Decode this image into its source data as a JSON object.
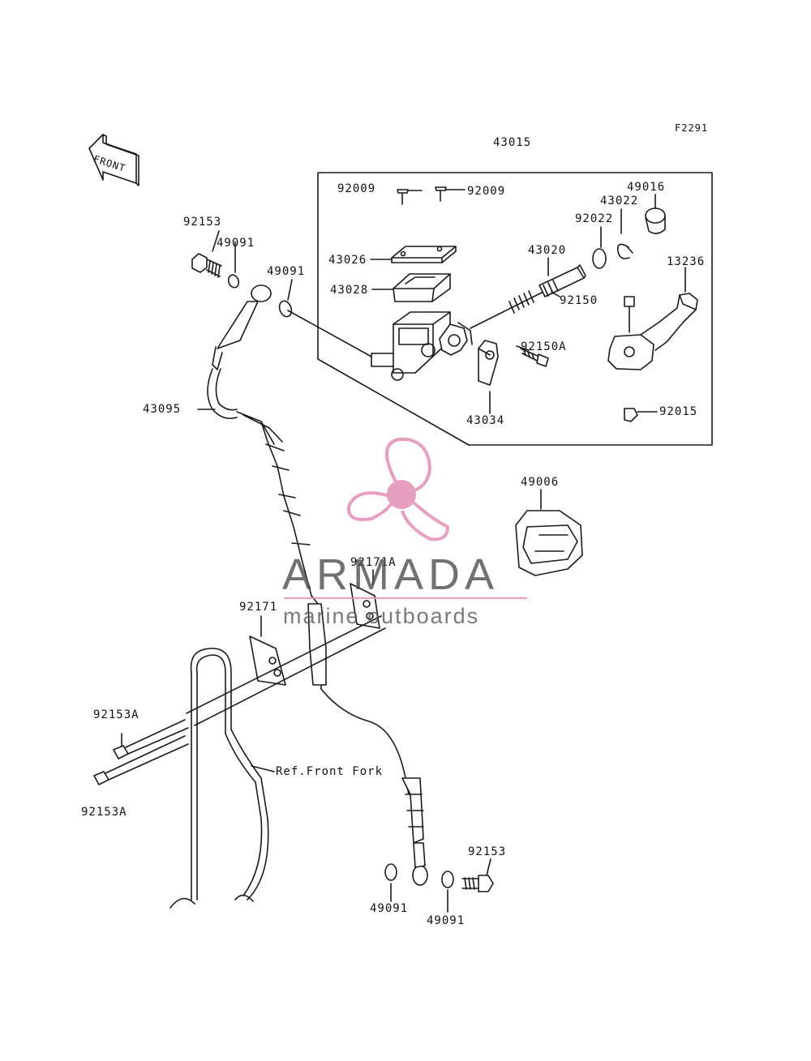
{
  "figure_code": "F2291",
  "assembly_number": "43015",
  "front_label": "FRONT",
  "reference_label": "Ref.Front Fork",
  "part_labels": {
    "p92009_a": "92009",
    "p92009_b": "92009",
    "p43026": "43026",
    "p43028": "43028",
    "p43020": "43020",
    "p92150": "92150",
    "p92150A": "92150A",
    "p43034": "43034",
    "p92022": "92022",
    "p43022": "43022",
    "p49016": "49016",
    "p13236": "13236",
    "p92015": "92015",
    "p92153_top": "92153",
    "p49091_top_a": "49091",
    "p49091_top_b": "49091",
    "p43095": "43095",
    "p49006": "49006",
    "p92171A": "92171A",
    "p92171": "92171",
    "p92153A_a": "92153A",
    "p92153A_b": "92153A",
    "p92153_bottom": "92153",
    "p49091_bottom_a": "49091",
    "p49091_bottom_b": "49091"
  },
  "watermark": {
    "brand": "ARMADA",
    "tagline": "marine outboards",
    "logo_color": "#e48fb4"
  },
  "colors": {
    "line": "#1a1a1a",
    "background": "#ffffff"
  }
}
